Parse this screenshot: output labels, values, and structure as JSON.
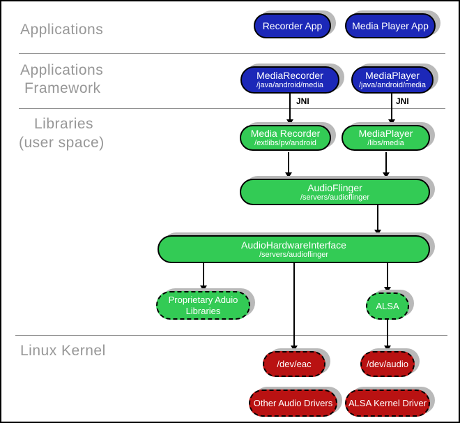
{
  "layers": {
    "applications": "Applications",
    "framework_line1": "Applications",
    "framework_line2": "Framework",
    "libraries_line1": "Libraries",
    "libraries_line2": "(user space)",
    "kernel": "Linux Kernel"
  },
  "nodes": {
    "recorder_app": {
      "title": "Recorder App"
    },
    "media_player_app": {
      "title": "Media Player App"
    },
    "media_recorder_fw": {
      "title": "MediaRecorder",
      "subtitle": "/java/android/media"
    },
    "media_player_fw": {
      "title": "MediaPlayer",
      "subtitle": "/java/android/media"
    },
    "media_recorder_lib": {
      "title": "Media Recorder",
      "subtitle": "/extlibs/pv/android"
    },
    "media_player_lib": {
      "title": "MediaPlayer",
      "subtitle": "/libs/media"
    },
    "audioflinger": {
      "title": "AudioFlinger",
      "subtitle": "/servers/audioflinger"
    },
    "audio_hardware_interface": {
      "title": "AudioHardwareInterface",
      "subtitle": "/servers/audioflinger"
    },
    "proprietary_audio_libraries": {
      "title": "Proprietary Aduio Libraries"
    },
    "alsa": {
      "title": "ALSA"
    },
    "dev_eac": {
      "title": "/dev/eac"
    },
    "dev_audio": {
      "title": "/dev/audio"
    },
    "other_audio_drivers": {
      "title": "Other Audio Drivers"
    },
    "alsa_kernel_driver": {
      "title": "ALSA Kernel Driver"
    }
  },
  "edge_labels": {
    "jni_left": "JNI",
    "jni_right": "JNI"
  },
  "colors": {
    "framework_blue": "#1c28b8",
    "library_green": "#33cb55",
    "kernel_red": "#b91212",
    "layer_label_gray": "#979797",
    "divider_gray": "#909090",
    "shadow_gray": "#b9b9b9"
  }
}
